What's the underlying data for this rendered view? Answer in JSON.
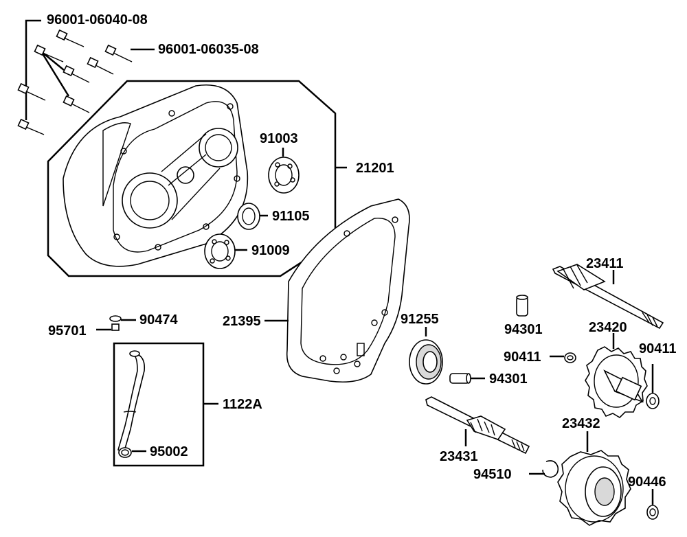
{
  "labels": {
    "bolt_long": "96001-06040-08",
    "bolt_short": "96001-06035-08",
    "cover": "21201",
    "bearing_top": "91003",
    "needle_bearing": "91105",
    "bearing_bottom": "91009",
    "gasket": "21395",
    "washer_small": "90474",
    "plug": "95701",
    "hose_kit": "1122A",
    "clamp": "95002",
    "oil_seal": "91255",
    "dowel_top": "94301",
    "dowel_mid": "94301",
    "shaft_top": "23411",
    "gear_mid": "23420",
    "washer_left": "90411",
    "washer_right": "90411",
    "gear_bottom": "23432",
    "shaft_bottom": "23431",
    "circlip": "94510",
    "washer_bottom": "90446"
  }
}
